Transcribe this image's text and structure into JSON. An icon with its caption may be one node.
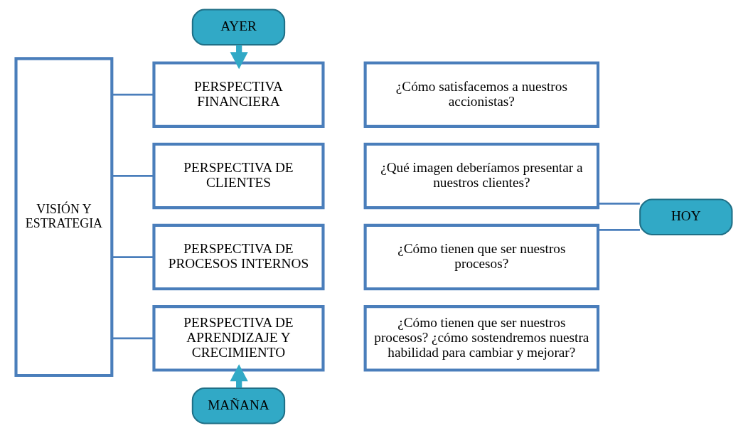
{
  "diagram": {
    "nodes": [
      {
        "text": [
          "VISIÓN Y ESTRATEGIA"
        ]
      },
      {
        "text": [
          "AYER"
        ]
      },
      {
        "text": [
          "PERSPECTIVA FINANCIERA"
        ]
      },
      {
        "text": [
          "¿Cómo satisfacemos a nuestros accionistas?"
        ]
      },
      {
        "text": [
          "PERSPECTIVA DE CLIENTES"
        ]
      },
      {
        "text": [
          "¿Qué imagen deberíamos presentar a nuestros clientes?"
        ]
      },
      {
        "text": [
          "HOY"
        ]
      },
      {
        "text": [
          "PERSPECTIVA DE PROCESOS INTERNOS"
        ]
      },
      {
        "text": [
          "¿Cómo tienen que ser nuestros procesos?"
        ]
      },
      {
        "text": [
          "PERSPECTIVA DE APRENDIZAJE Y CRECIMIENTO"
        ]
      },
      {
        "text": [
          "¿Cómo tienen que ser nuestros procesos? ¿cómo sostendremos nuestra habilidad para cambiar y mejorar?"
        ]
      },
      {
        "text": [
          "MAÑANA"
        ]
      }
    ],
    "edges": [
      {
        "from": 0,
        "to": 2,
        "arrow": "none"
      },
      {
        "from": 0,
        "to": 4,
        "arrow": "none"
      },
      {
        "from": 0,
        "to": 7,
        "arrow": "none"
      },
      {
        "from": 0,
        "to": 9,
        "arrow": "none"
      },
      {
        "from": 1,
        "to": 2,
        "arrow": "to",
        "style": "thick",
        "color": "#31a9c6"
      },
      {
        "from": 11,
        "to": 9,
        "arrow": "to",
        "style": "thick",
        "color": "#31a9c6"
      },
      {
        "from": 5,
        "to": 6,
        "arrow": "none"
      },
      {
        "from": 8,
        "to": 6,
        "arrow": "none"
      }
    ]
  }
}
